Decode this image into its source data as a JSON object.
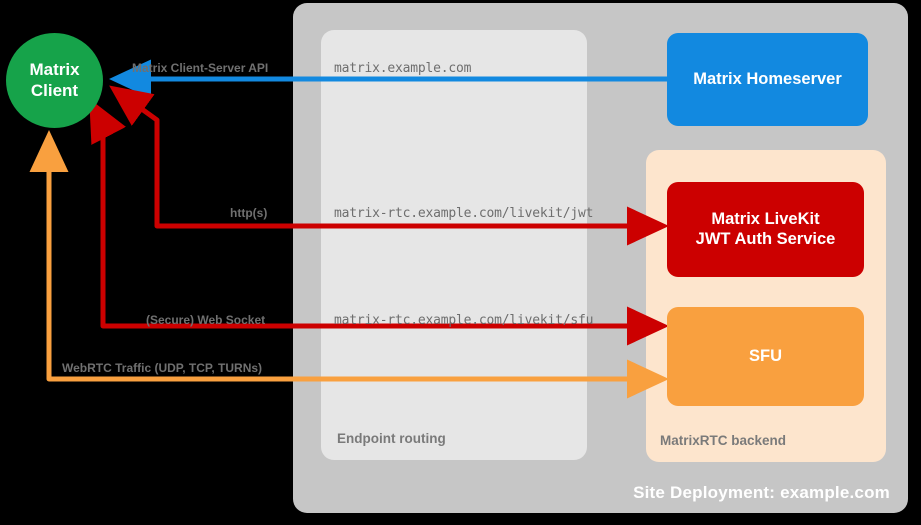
{
  "diagram": {
    "title": "Site Deployment: example.com"
  },
  "containers": {
    "site_deployment": {
      "label": "Site Deployment: example.com",
      "color": "#c6c6c6"
    },
    "endpoint_routing": {
      "label": "Endpoint routing",
      "color": "#e6e6e6"
    },
    "matrixrtc_backend": {
      "label": "MatrixRTC backend",
      "color": "#fde5cd"
    }
  },
  "nodes": {
    "client": {
      "line1": "Matrix",
      "line2": "Client",
      "color": "#16a34a",
      "shape": "circle"
    },
    "homeserver": {
      "label": "Matrix Homeserver",
      "color": "#1289e0"
    },
    "jwt_auth": {
      "line1": "Matrix LiveKit",
      "line2": "JWT Auth Service",
      "color": "#cc0000"
    },
    "sfu": {
      "label": "SFU",
      "color": "#f9a03f"
    }
  },
  "routes": [
    {
      "endpoint": "matrix.example.com",
      "protocol": "Matrix Client-Server API",
      "color": "#1289e0",
      "direction": "client-to-homeserver"
    },
    {
      "endpoint": "matrix-rtc.example.com/livekit/jwt",
      "protocol": "http(s)",
      "color": "#cc0000",
      "direction": "client-to-jwt"
    },
    {
      "endpoint": "matrix-rtc.example.com/livekit/sfu",
      "protocol": "(Secure) Web Socket",
      "color": "#cc0000",
      "direction": "client-to-sfu"
    },
    {
      "endpoint": "",
      "protocol": "WebRTC Traffic (UDP, TCP, TURNs)",
      "color": "#f9a03f",
      "direction": "client-to-sfu-media"
    }
  ]
}
